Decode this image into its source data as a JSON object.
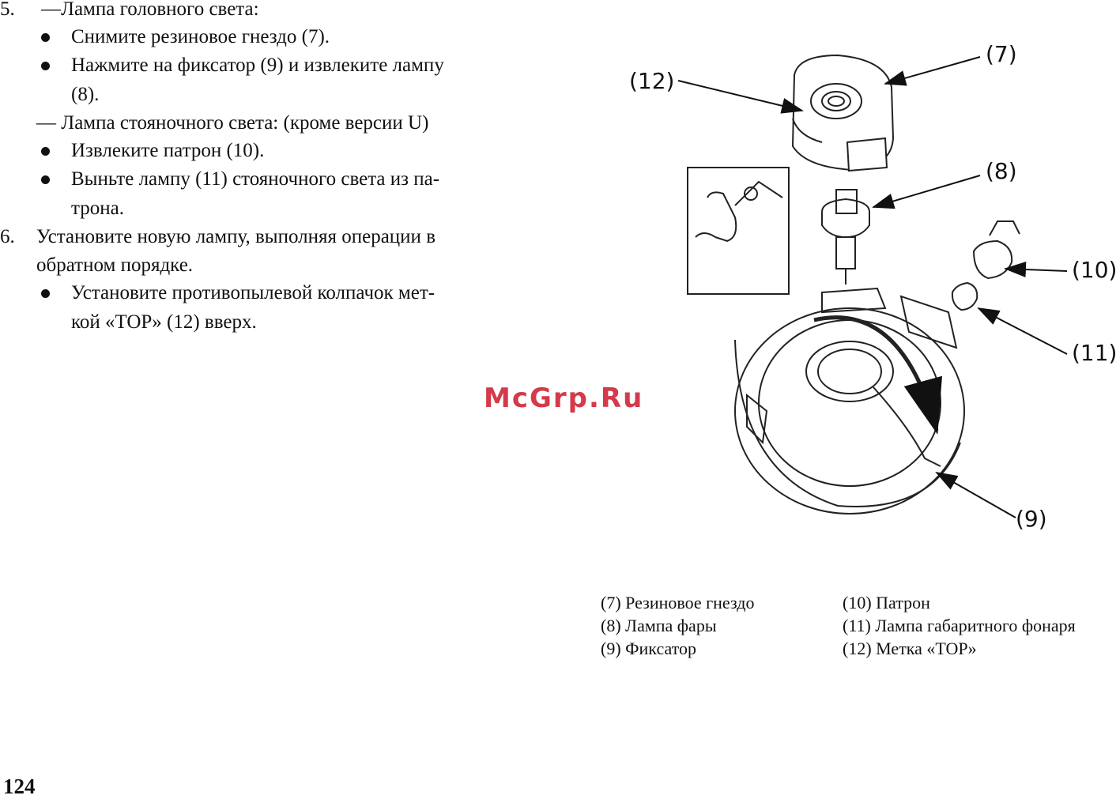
{
  "instructions": {
    "step5_num": "5.",
    "step5_head": "—Лампа головного света:",
    "step5_b1": "Снимите резиновое гнездо (7).",
    "step5_b2_l1": "Нажмите на фиксатор (9) и извлеките лампу",
    "step5_b2_l2": "(8).",
    "step5_sub": "— Лампа стояночного света: (кроме версии U)",
    "step5_b3": "Извлеките патрон (10).",
    "step5_b4_l1": "Выньте лампу (11) стояночного света из па-",
    "step5_b4_l2": "трона.",
    "step6_num": "6.",
    "step6_l1": "Установите новую лампу, выполняя операции в",
    "step6_l2": "обратном порядке.",
    "step6_b1_l1": "Установите противопылевой колпачок мет-",
    "step6_b1_l2": "кой «TOP»  (12) вверх."
  },
  "diagram": {
    "callouts": [
      "(7)",
      "(12)",
      "(8)",
      "(10)",
      "(11)",
      "(9)"
    ]
  },
  "legend": {
    "left": [
      "(7)  Резиновое гнездо",
      "(8)  Лампа фары",
      "(9)  Фиксатор"
    ],
    "right": [
      "(10)  Патрон",
      "(11)  Лампа габаритного фонаря",
      "(12)  Метка «TOP»"
    ]
  },
  "watermark": "McGrp.Ru",
  "page_number": "124"
}
